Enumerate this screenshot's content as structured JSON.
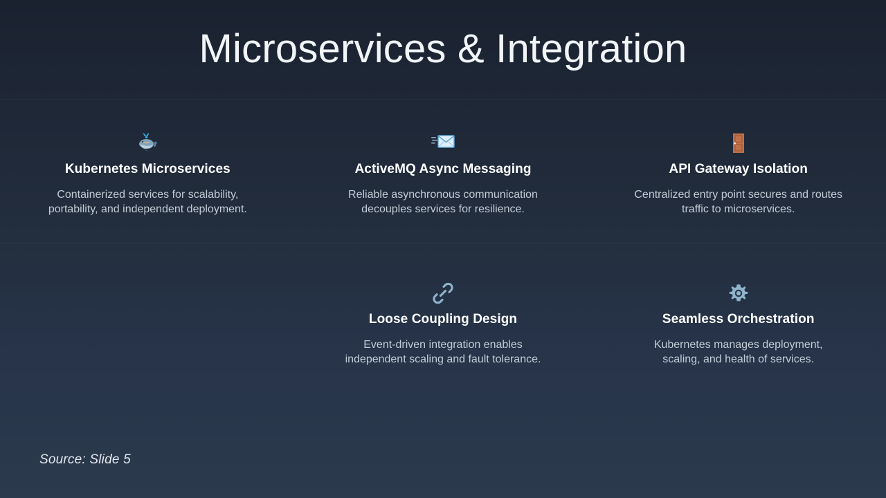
{
  "slide": {
    "title": "Microservices & Integration",
    "footer": "Source: Slide 5",
    "background_top_color": "#1a2230",
    "background_bottom_color": "#2b3a4d",
    "title_color": "#f2f5f8",
    "heading_color": "#ffffff",
    "body_color": "#c2ccd6",
    "icon_accent_color": "#7fa8c4"
  },
  "features": {
    "row1": [
      {
        "icon": "whale-icon",
        "heading": "Kubernetes Microservices",
        "body": "Containerized services for scalability, portability, and independent deployment."
      },
      {
        "icon": "incoming-envelope-icon",
        "heading": "ActiveMQ Async Messaging",
        "body": "Reliable asynchronous communication decouples services for resilience."
      },
      {
        "icon": "door-icon",
        "heading": "API Gateway Isolation",
        "body": "Centralized entry point secures and routes traffic to microservices."
      }
    ],
    "row2": [
      {
        "icon": "link-chain-icon",
        "heading": "Loose Coupling Design",
        "body": "Event-driven integration enables independent scaling and fault tolerance."
      },
      {
        "icon": "gear-icon",
        "heading": "Seamless Orchestration",
        "body": "Kubernetes manages deployment, scaling, and health of services."
      }
    ]
  }
}
